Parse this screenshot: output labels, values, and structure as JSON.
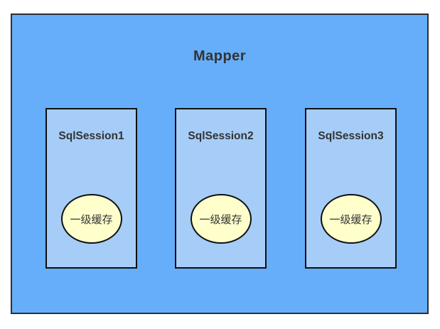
{
  "diagram": {
    "title": "Mapper",
    "sessions": [
      {
        "label": "SqlSession1",
        "cache_label": "一级缓存"
      },
      {
        "label": "SqlSession2",
        "cache_label": "一级缓存"
      },
      {
        "label": "SqlSession3",
        "cache_label": "一级缓存"
      }
    ],
    "colors": {
      "mapper_fill": "#66AEF9",
      "session_fill": "#A6CDF8",
      "cache_fill": "#FFFFCC",
      "outer_border": "#2E2E2E",
      "inner_border": "#101010",
      "text": "#333333"
    }
  }
}
